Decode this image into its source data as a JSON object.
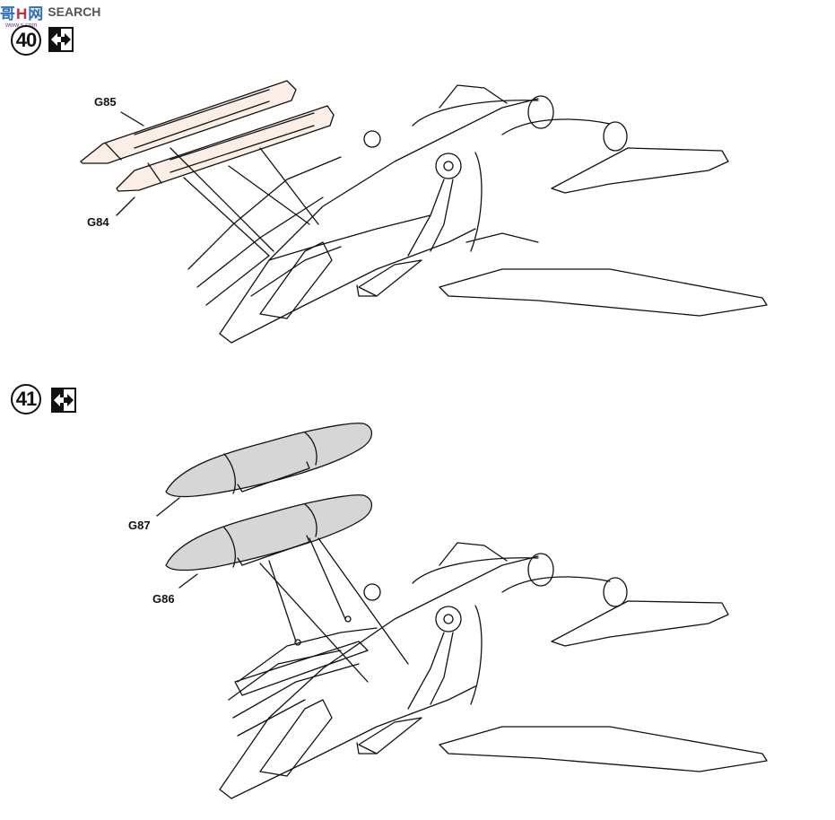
{
  "watermark": {
    "brand_a": "哥",
    "brand_b": "H",
    "brand_c": "网",
    "search": "SEARCH",
    "sub": "www.s.com"
  },
  "steps": [
    {
      "number": "40",
      "symbol": "both-sides-icon",
      "parts": [
        "G85",
        "G84"
      ]
    },
    {
      "number": "41",
      "symbol": "both-sides-icon",
      "parts": [
        "G87",
        "G86"
      ]
    }
  ]
}
